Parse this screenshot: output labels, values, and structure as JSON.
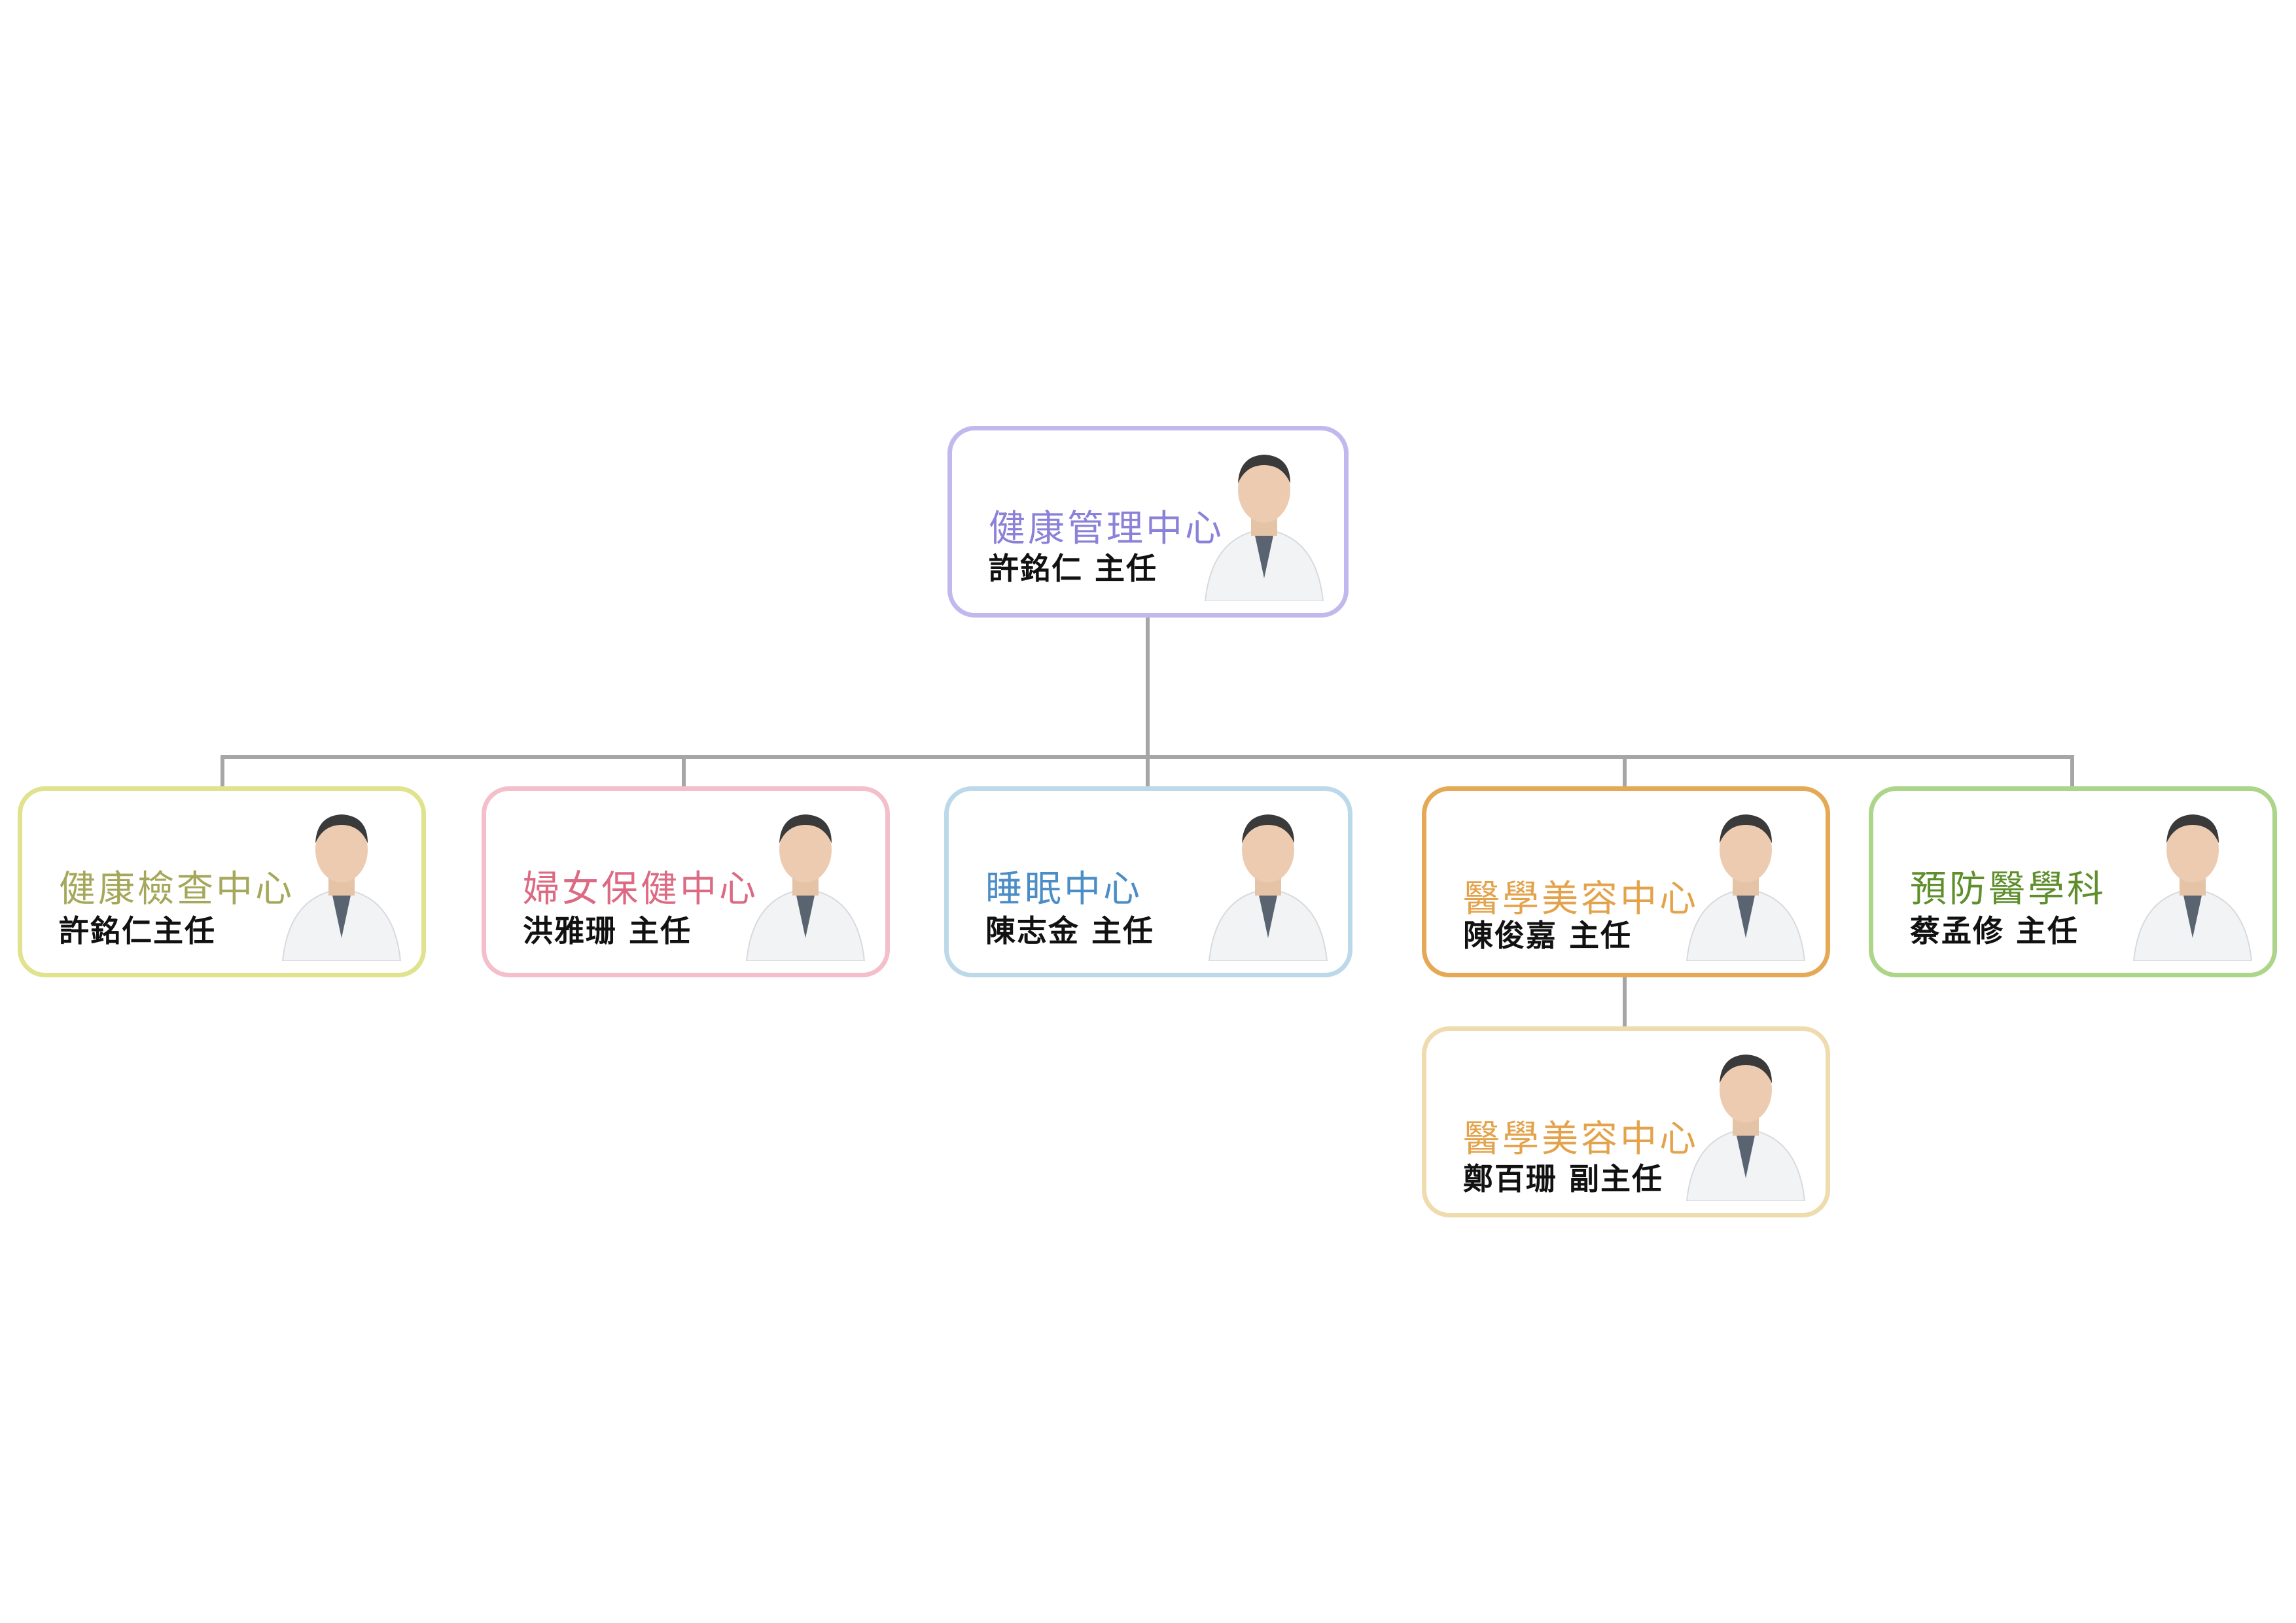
{
  "root": {
    "title": "健康管理中心",
    "name": "許銘仁 主任",
    "color": "#8a82d8",
    "border": "#c0b9ee"
  },
  "departments": [
    {
      "title": "健康檢查中心",
      "name": "許銘仁主任",
      "color": "#a5a85a",
      "border": "#e0e28e"
    },
    {
      "title": "婦女保健中心",
      "name": "洪雅珊 主任",
      "color": "#dc6a82",
      "border": "#f4bfca"
    },
    {
      "title": "睡眠中心",
      "name": "陳志金 主任",
      "color": "#4b8dc6",
      "border": "#bcd9ea"
    },
    {
      "title": "醫學美容中心",
      "name": "陳俊嘉 主任",
      "color": "#e3a34c",
      "border": "#e5a955"
    },
    {
      "title": "預防醫學科",
      "name": "蔡孟修 主任",
      "color": "#5e8f2c",
      "border": "#acd58a"
    }
  ],
  "sub": {
    "title": "醫學美容中心",
    "name": "鄭百珊 副主任",
    "color": "#e3a34c",
    "border": "#efdcae"
  }
}
